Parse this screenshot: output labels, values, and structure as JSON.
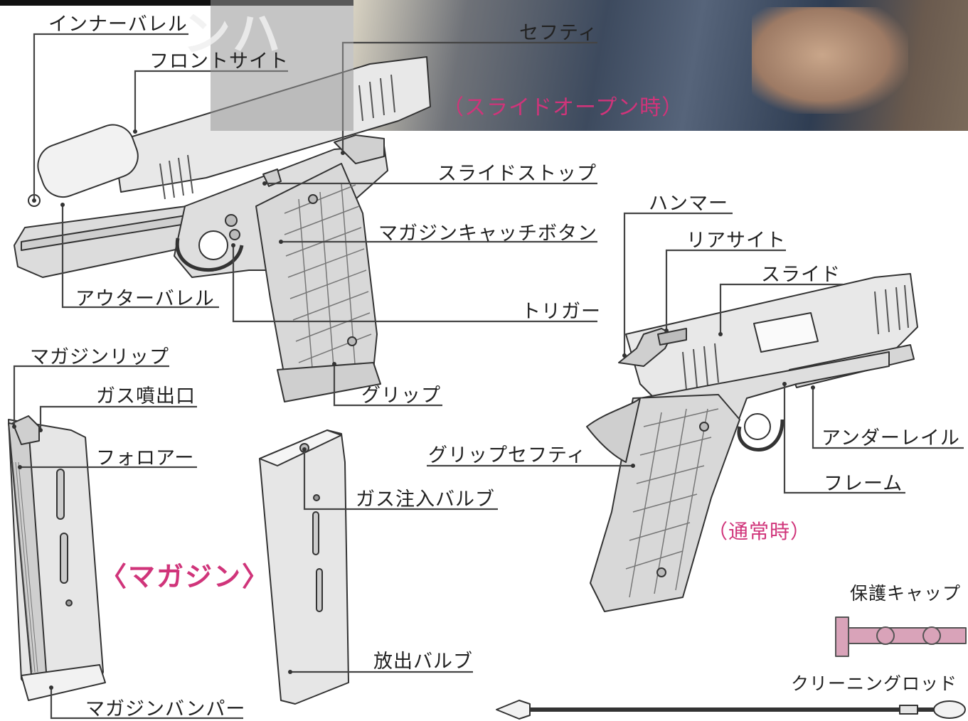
{
  "labels": {
    "inner_barrel": "インナーバレル",
    "front_sight": "フロントサイト",
    "safety": "セフティ",
    "slide_open": "（スライドオープン時）",
    "slide_stop": "スライドストップ",
    "hammer": "ハンマー",
    "magazine_catch": "マガジンキャッチボタン",
    "rear_sight": "リアサイト",
    "slide": "スライド",
    "outer_barrel": "アウターバレル",
    "trigger": "トリガー",
    "magazine_lip": "マガジンリップ",
    "gas_outlet": "ガス噴出口",
    "grip": "グリップ",
    "follower": "フォロアー",
    "under_rail": "アンダーレイル",
    "grip_safety": "グリップセフティ",
    "gas_inlet_valve": "ガス注入バルブ",
    "frame": "フレーム",
    "normal": "（通常時）",
    "magazine": "〈マガジン〉",
    "protective_cap": "保護キャップ",
    "release_valve": "放出バルブ",
    "cleaning_rod": "クリーニングロッド",
    "magazine_bumper": "マガジンバンパー"
  },
  "overlay_glyph": "ハン",
  "colors": {
    "accent_pink": "#d0347a",
    "line": "#333333",
    "gun_fill": "#e4e4e4",
    "gun_dark": "#bdbdbd",
    "cap_pink": "#d9a3b9"
  }
}
